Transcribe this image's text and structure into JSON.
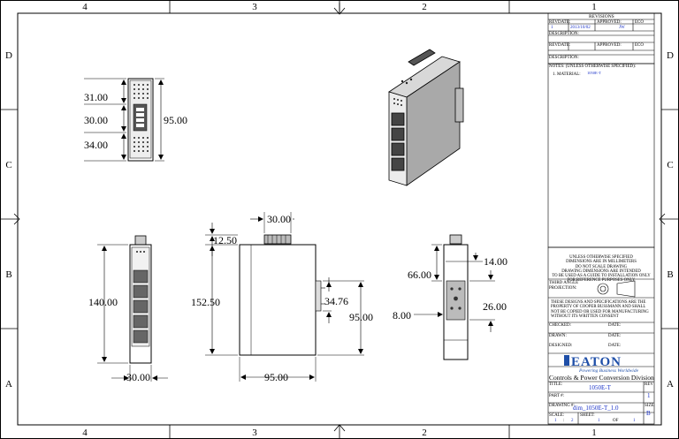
{
  "border": {
    "columns_top": [
      "4",
      "3",
      "2",
      "1"
    ],
    "columns_bottom": [
      "4",
      "3",
      "2",
      "1"
    ],
    "rows_left": [
      "D",
      "C",
      "B",
      "A"
    ],
    "rows_right": [
      "D",
      "C",
      "B",
      "A"
    ]
  },
  "revisions": {
    "heading": "REVISIONS",
    "rev_label": "REV",
    "date_label": "DATE:",
    "approved_label": "APPROVED:",
    "eco_label": "ECO",
    "description_label": "DESCRIPTION:",
    "row1": {
      "rev": "1",
      "date": "2013/10/02",
      "approved": "JW",
      "eco": ""
    }
  },
  "notes": {
    "heading": "NOTES: (UNLESS OTHERWISE SPECIFIED):",
    "material_label": "1.  MATERIAL:",
    "material_value": "1050E-T"
  },
  "dimensions": {
    "front_top": "31.00",
    "front_mid": "30.00",
    "front_bottom": "34.00",
    "front_height": "95.00",
    "left_height": "140.00",
    "left_width": "30.00",
    "side_top_offset": "12.50",
    "side_top_width": "30.00",
    "side_height": "152.50",
    "side_rail": "34.76",
    "side_rail_height": "95.00",
    "side_width": "95.00",
    "right_top": "14.00",
    "right_mid": "66.00",
    "right_low": "26.00",
    "right_offset": "8.00"
  },
  "standards": {
    "unless": "UNLESS OTHERWISE SPECIFIED",
    "line2": "DIMENSIONS ARE IN MILLIMETERS",
    "line3": "DO NOT SCALE DRAWING",
    "line4": "DRAWING DIMENSIONS ARE INTENDED",
    "line5": "TO BE USED AS A GUIDE TO INSTALLATION ONLY",
    "line6": "FOR REFERENCE PURPOSES ONLY",
    "third_angle": "THIRD ANGLE",
    "projection": "PROJECTION:"
  },
  "disclaimer": {
    "line1": "THESE DESIGNS AND SPECIFICATIONS ARE THE",
    "line2": "PROPERTY OF COOPER BUSSMANN AND SHALL",
    "line3": "NOT BE COPIED OR USED FOR MANUFACTURING",
    "line4": "WITHOUT ITS WRITTEN CONSENT"
  },
  "signoff": {
    "checked": "CHECKED:",
    "drawn": "DRAWN:",
    "designed": "DESIGNED:",
    "date": "DATE:"
  },
  "logo": {
    "brand": "EATON",
    "tagline": "Powering Business Worldwide",
    "division": "Controls & Power Conversion Division"
  },
  "title_block": {
    "title_label": "TITLE:",
    "title_value": "1050E-T",
    "rev_label": "REV",
    "rev_value": "1",
    "part_label": "PART #:",
    "drawing_label": "DRAWING #:",
    "drawing_value": "dim_1050E-T_1.0",
    "size_label": "SIZE",
    "size_value": "B",
    "scale_label": "SCALE:",
    "scale_a": "1",
    "scale_sep": ":",
    "scale_b": "2",
    "sheet_label": "SHEET:",
    "sheet_a": "1",
    "sheet_of": "OF",
    "sheet_b": "1"
  },
  "colors": {
    "accent_blue": "#1a32c8",
    "eaton_blue": "#1f4fa8"
  }
}
